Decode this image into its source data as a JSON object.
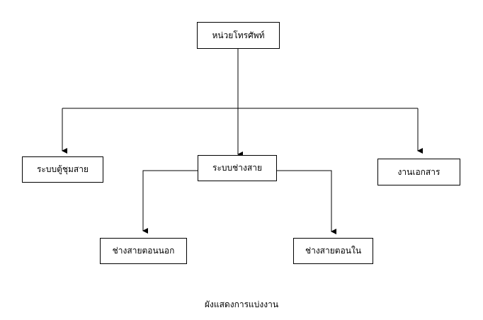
{
  "diagram": {
    "nodes": {
      "root": "หน่วยโทรศัพท์",
      "cabinet": "ระบบตู้ชุมสาย",
      "line": "ระบบช่างสาย",
      "document": "งานเอกสาร",
      "outside": "ช่างสายตอนนอก",
      "inside": "ช่างสายตอนใน"
    },
    "caption": "ผังแสดงการแบ่งงาน",
    "line_color": "#000000"
  }
}
